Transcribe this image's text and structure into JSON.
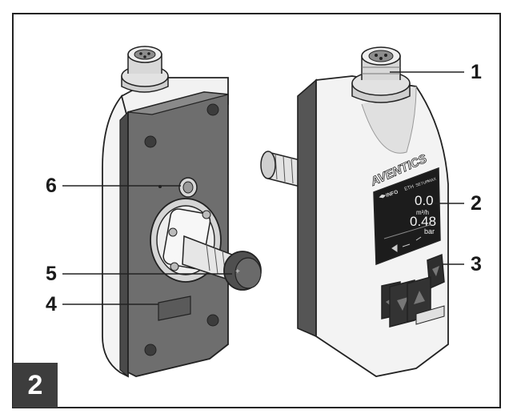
{
  "figure": {
    "number": "2",
    "callouts": [
      "1",
      "2",
      "3",
      "4",
      "5",
      "6"
    ],
    "brand": "AVENTICS",
    "display": {
      "menu": "INFO",
      "header_labels": [
        "ETH",
        "SETUP",
        "MAX"
      ],
      "flow_value": "0.0",
      "flow_unit": "m³/h",
      "pressure_value": "0.48",
      "pressure_unit": "bar"
    }
  }
}
